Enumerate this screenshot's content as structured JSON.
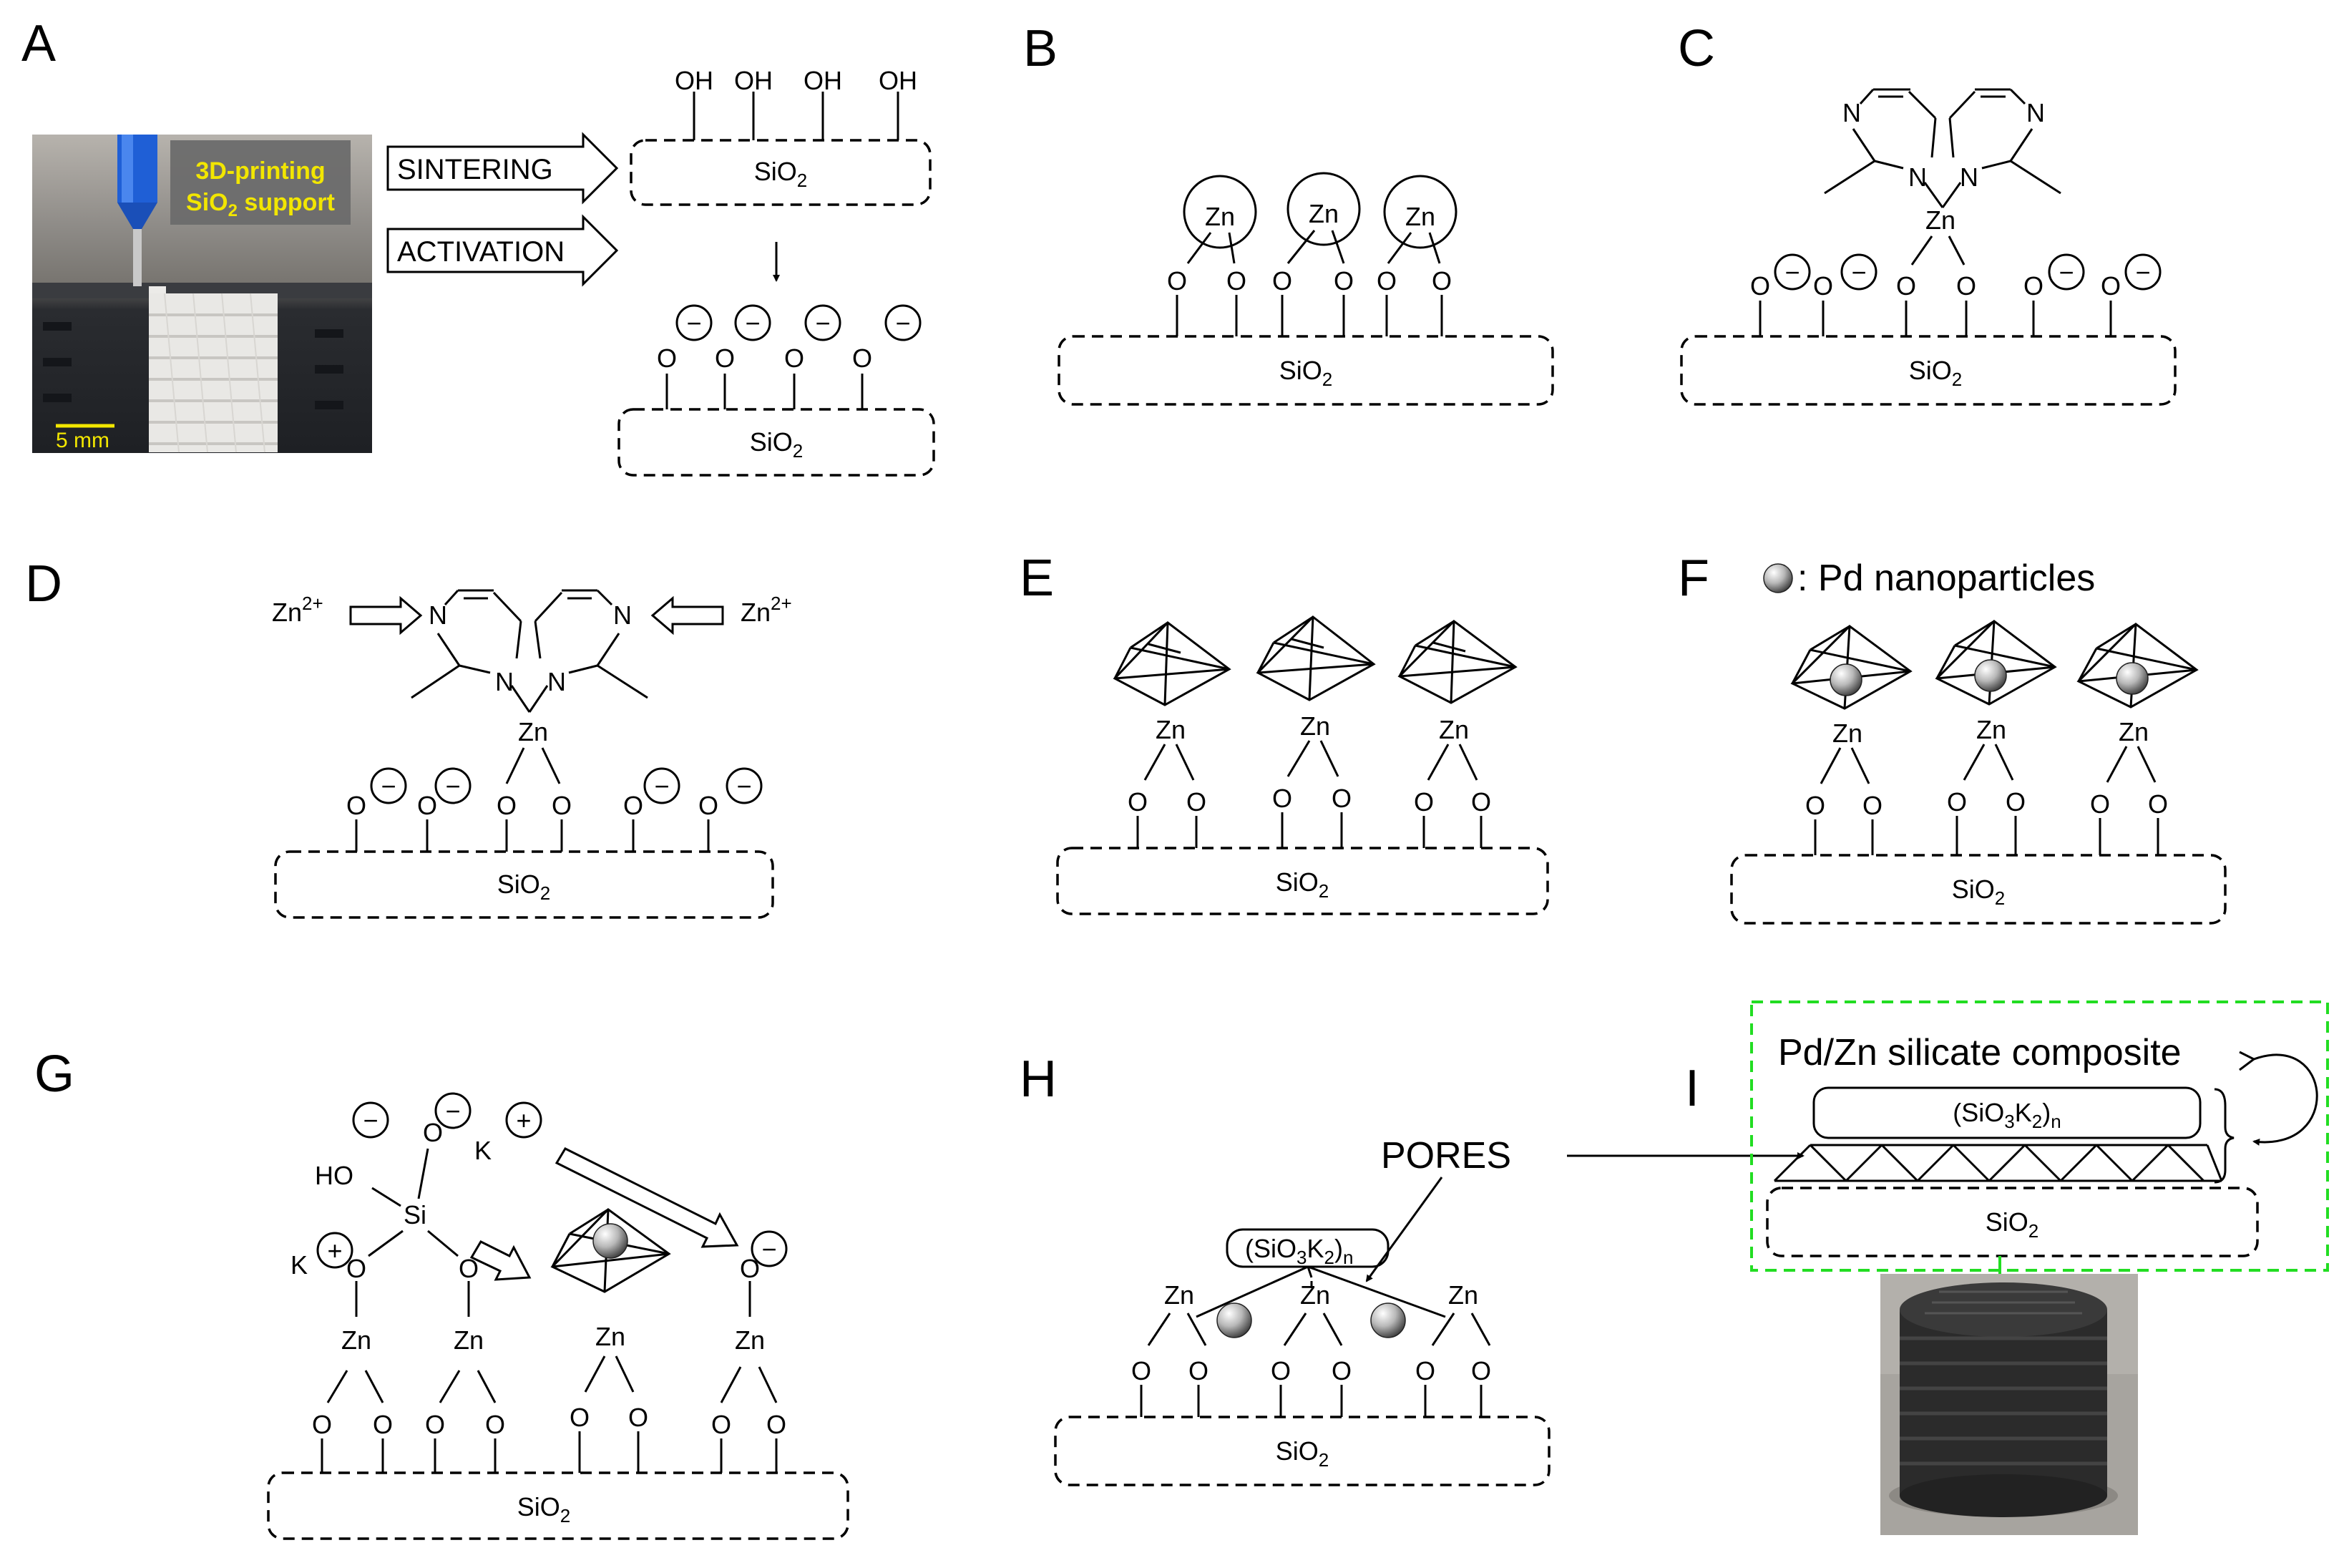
{
  "panels": [
    "A",
    "B",
    "C",
    "D",
    "E",
    "F",
    "G",
    "H",
    "I"
  ],
  "species": {
    "hydroxyl": "OH",
    "oxygen": "O",
    "zinc": "Zn",
    "nitrogen": "N",
    "silicon": "Si",
    "potassium": "K",
    "ho": "HO",
    "minus": "−",
    "plus": "+",
    "zn_ion_base": "Zn",
    "zn_ion_charge": "2+"
  },
  "support": {
    "base": "SiO",
    "sub": "2"
  },
  "silicate": {
    "open": "(SiO",
    "s1": "3",
    "k": "K",
    "s2": "2",
    "close": ")",
    "n": "n"
  },
  "panel_a": {
    "photo_caption_line1": "3D-printing",
    "photo_caption_line2_base": "SiO",
    "photo_caption_line2_sub": "2",
    "photo_caption_line2_rest": " support",
    "scale_bar": "5 mm",
    "step_sintering": "SINTERING",
    "step_activation": "ACTIVATION"
  },
  "panel_f": {
    "legend": ": Pd nanoparticles"
  },
  "panel_h": {
    "pores": "PORES"
  },
  "panel_i": {
    "composite": "Pd/Zn silicate composite"
  },
  "colors": {
    "caption_yellow": "#f2e600",
    "frame_green": "#22dd22",
    "printed_part": "#2b2b2b"
  }
}
